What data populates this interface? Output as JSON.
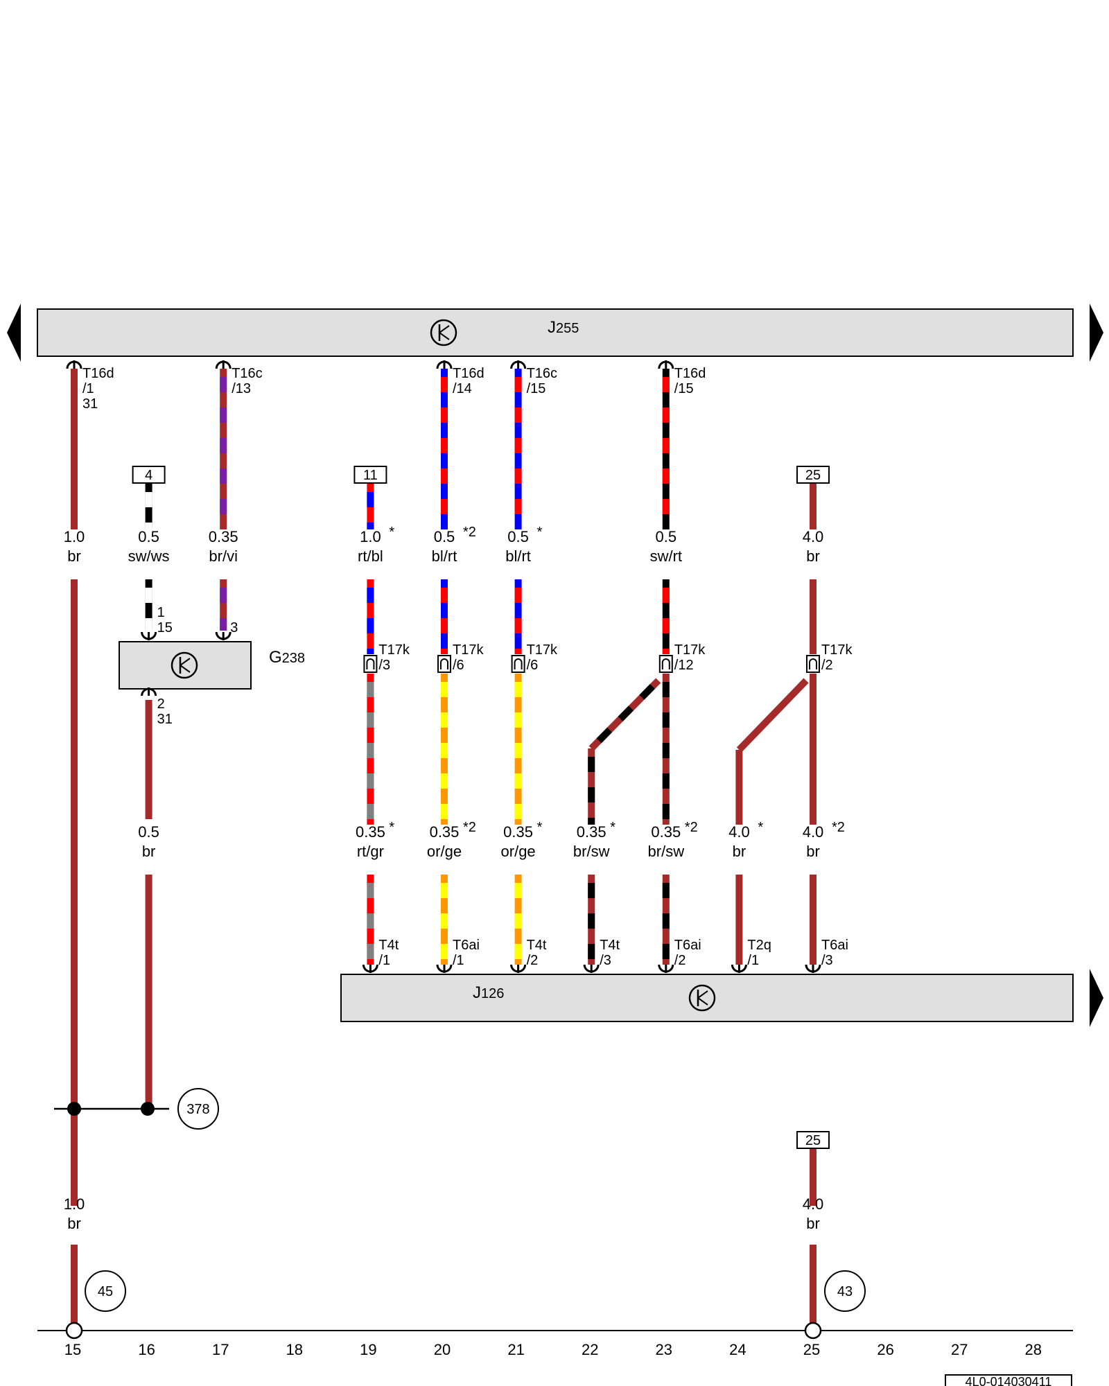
{
  "components": {
    "j255": {
      "label": "J",
      "sub": "255"
    },
    "j126": {
      "label": "J",
      "sub": "126"
    },
    "g238": {
      "label": "G",
      "sub": "238"
    }
  },
  "colors": {
    "br": "#a52a2a",
    "rt": "#ff0000",
    "bl": "#0000ff",
    "sw": "#000000",
    "ws": "#ffffff",
    "vi": "#7b1fa2",
    "gr": "#808080",
    "or": "#ff9800",
    "ge": "#ffff00"
  },
  "wires": [
    {
      "id": "w15",
      "col": 15,
      "top": {
        "size": "1.0",
        "color": "br",
        "conn": [
          "T16d",
          "/1",
          "31"
        ]
      },
      "mid": {
        "size": "1.0",
        "color": "br"
      }
    },
    {
      "id": "w16",
      "col": 16,
      "top": {
        "size": "0.5",
        "color": "sw/ws",
        "ref": "4"
      },
      "g238_in": [
        "1",
        "15"
      ],
      "g238_out": [
        "2",
        "31"
      ],
      "mid": {
        "size": "0.5",
        "color": "br"
      }
    },
    {
      "id": "w17",
      "col": 17,
      "top": {
        "size": "0.35",
        "color": "br/vi",
        "conn": [
          "T16c",
          "/13"
        ]
      },
      "g238_in": [
        "3"
      ]
    },
    {
      "id": "w19",
      "col": 19,
      "top": {
        "size": "1.0",
        "star": "*",
        "color": "rt/bl",
        "ref": "11"
      },
      "splice": [
        "T17k",
        "/3"
      ],
      "mid": {
        "size": "0.35",
        "star": "*",
        "color": "rt/gr"
      },
      "bottom": [
        "T4t",
        "/1"
      ]
    },
    {
      "id": "w20",
      "col": 20,
      "top": {
        "size": "0.5",
        "star": "*2",
        "color": "bl/rt",
        "conn": [
          "T16d",
          "/14"
        ]
      },
      "splice": [
        "T17k",
        "/6"
      ],
      "mid": {
        "size": "0.35",
        "star": "*2",
        "color": "or/ge"
      },
      "bottom": [
        "T6ai",
        "/1"
      ]
    },
    {
      "id": "w21",
      "col": 21,
      "top": {
        "size": "0.5",
        "star": "*",
        "color": "bl/rt",
        "conn": [
          "T16c",
          "/15"
        ]
      },
      "splice": [
        "T17k",
        "/6"
      ],
      "mid": {
        "size": "0.35",
        "star": "*",
        "color": "or/ge"
      },
      "bottom": [
        "T4t",
        "/2"
      ]
    },
    {
      "id": "w22",
      "col": 22,
      "mid": {
        "size": "0.35",
        "star": "*",
        "color": "br/sw"
      },
      "bottom": [
        "T4t",
        "/3"
      ]
    },
    {
      "id": "w23",
      "col": 23,
      "top": {
        "size": "0.5",
        "color": "sw/rt",
        "conn": [
          "T16d",
          "/15"
        ]
      },
      "splice": [
        "T17k",
        "/12"
      ],
      "mid": {
        "size": "0.35",
        "star": "*2",
        "color": "br/sw"
      },
      "bottom": [
        "T6ai",
        "/2"
      ]
    },
    {
      "id": "w24",
      "col": 24,
      "mid": {
        "size": "4.0",
        "star": "*",
        "color": "br"
      },
      "bottom": [
        "T2q",
        "/1"
      ]
    },
    {
      "id": "w25",
      "col": 25,
      "top": {
        "size": "4.0",
        "color": "br",
        "ref": "25"
      },
      "splice": [
        "T17k",
        "/2"
      ],
      "mid": {
        "size": "4.0",
        "star": "*2",
        "color": "br"
      },
      "bottom": [
        "T6ai",
        "/3"
      ],
      "lower": {
        "size": "4.0",
        "color": "br",
        "ref": "25"
      }
    }
  ],
  "refs": {
    "r378": "378",
    "r45": "45",
    "r43": "43"
  },
  "columns": [
    "15",
    "16",
    "17",
    "18",
    "19",
    "20",
    "21",
    "22",
    "23",
    "24",
    "25",
    "26",
    "27",
    "28"
  ],
  "doc_id": "4L0-014030411"
}
